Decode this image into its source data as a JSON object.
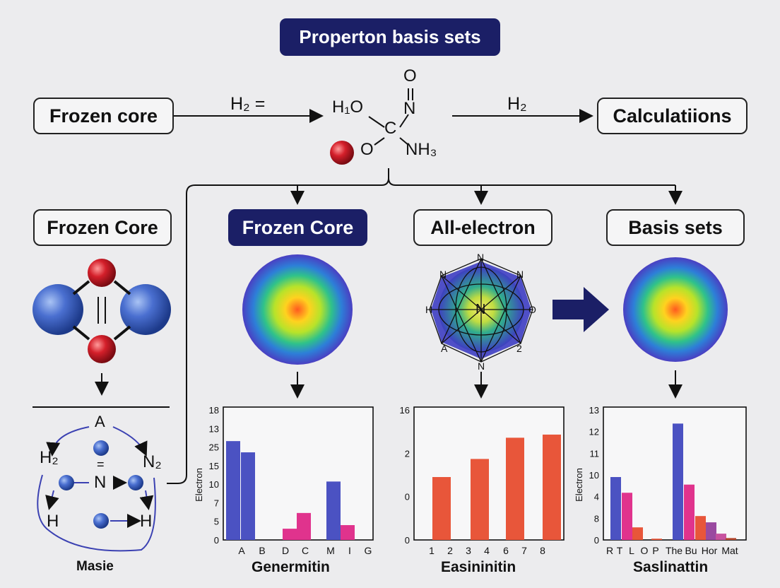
{
  "title": "Properton basis sets",
  "top_row": {
    "left_box": "Frozen core",
    "arrow1_label": "H₂ =",
    "arrow2_label": "H₂",
    "right_box": "Calculatiions"
  },
  "molecule": {
    "h1o": "H₁O",
    "o_top": "O",
    "n_top": "N",
    "c": "C",
    "o_bottom": "O",
    "nh3": "NH₃"
  },
  "columns": {
    "col1": "Frozen Core",
    "col2": "Frozen Core",
    "col3": "All-electron",
    "col4": "Basis sets"
  },
  "network": {
    "a": "A",
    "h2": "H₂",
    "n2": "N₂",
    "n_center": "N",
    "double_bond": "=",
    "h_left": "H",
    "h_right": "H",
    "caption": "Masie"
  },
  "polyhedron_labels": {
    "top": "N",
    "upper_left": "N",
    "upper_right": "N",
    "left": "H",
    "center": "N",
    "right": "O",
    "lower_left": "A",
    "lower_right": "2",
    "bottom": "N"
  },
  "colors": {
    "navy": "#1b1f66",
    "blue_bar": "#4b52c2",
    "pink_bar": "#e0338d",
    "orange_bar": "#e8563a",
    "sphere_blue": "#4a6fd0",
    "atom_red": "#d41f2a"
  },
  "chart_data": [
    {
      "type": "bar",
      "title": "",
      "xlabel": "Genermitin",
      "ylabel": "Electron",
      "yticks": [
        "18",
        "13",
        "25",
        "15",
        "10",
        "7",
        "5",
        "0"
      ],
      "categories": [
        "A",
        "B",
        "D",
        "C",
        "M",
        "I",
        "G"
      ],
      "series": [
        {
          "values": [
            22,
            2.5,
            19.5,
            6,
            13,
            3.3,
            0
          ]
        }
      ],
      "bar_colors": [
        "#4b52c2",
        "#e0338d",
        "#4b52c2",
        "#e0338d",
        "#4b52c2",
        "#e0338d",
        "#4b52c2"
      ],
      "ylim": [
        0,
        28
      ]
    },
    {
      "type": "bar",
      "title": "",
      "xlabel": "Easininitin",
      "ylabel": "",
      "yticks": [
        "16",
        "2",
        "0",
        "0"
      ],
      "categories": [
        "1",
        "2",
        "3",
        "4",
        "6",
        "7",
        "8"
      ],
      "series": [
        {
          "values": [
            0,
            8,
            0,
            10.3,
            0,
            13,
            13.4
          ]
        }
      ],
      "bar_colors": [
        "#e8563a",
        "#e8563a",
        "#e8563a",
        "#e8563a",
        "#e8563a",
        "#e8563a",
        "#e8563a"
      ],
      "ylim": [
        0,
        16
      ]
    },
    {
      "type": "bar",
      "title": "",
      "xlabel": "Saslinattin",
      "ylabel": "Electron",
      "yticks": [
        "13",
        "12",
        "11",
        "10",
        "4",
        "8",
        "0"
      ],
      "categories": [
        "R",
        "T",
        "L",
        "O",
        "P",
        "The",
        "Bu",
        "Hor",
        "Mat"
      ],
      "series": [
        {
          "values": [
            10,
            7.5,
            2,
            0,
            0.2,
            18.5,
            8.8,
            3.8,
            2.8,
            1,
            0.3
          ]
        }
      ],
      "bar_colors": [
        "#4b52c2",
        "#e0338d",
        "#e8563a",
        "#e8563a",
        "#e8563a",
        "#4b52c2",
        "#e0338d",
        "#e8563a",
        "#9a4aa0",
        "#c7539f",
        "#b5492f"
      ],
      "ylim": [
        0,
        20
      ]
    }
  ]
}
